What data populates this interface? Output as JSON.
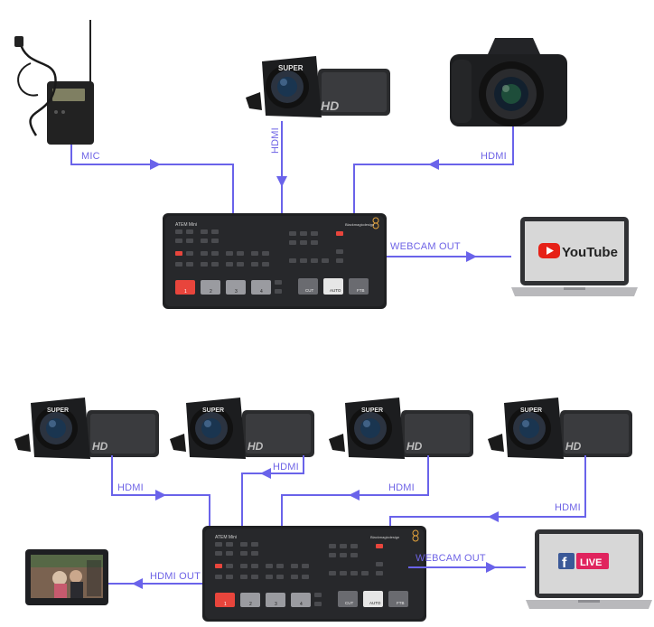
{
  "labels": {
    "top_mic": "MIC",
    "top_hdmi_camcorder": "HDMI",
    "top_hdmi_camera": "HDMI",
    "top_webcam_out": "WEBCAM OUT",
    "bottom_hdmi_1": "HDMI",
    "bottom_hdmi_2": "HDMI",
    "bottom_hdmi_3": "HDMI",
    "bottom_hdmi_4": "HDMI",
    "bottom_hdmi_out": "HDMI OUT",
    "bottom_webcam_out": "WEBCAM OUT"
  },
  "switcher": {
    "model": "ATEM Mini",
    "brand": "Blackmagicdesign",
    "buttons": [
      "1",
      "2",
      "3",
      "4"
    ],
    "transitions": [
      "CUT",
      "AUTO",
      "FTB"
    ]
  },
  "camcorder": {
    "badge": "SUPER",
    "mark": "HD"
  },
  "youtube": {
    "wordmark": "YouTube"
  },
  "facebook": {
    "letter": "f",
    "live": "LIVE"
  },
  "colors": {
    "wire": "#6a63ea",
    "label": "#6f64e6",
    "youtube_red": "#e62117",
    "facebook_blue": "#3b5998",
    "live_red": "#e0245e",
    "cut_red": "#e8453c"
  }
}
